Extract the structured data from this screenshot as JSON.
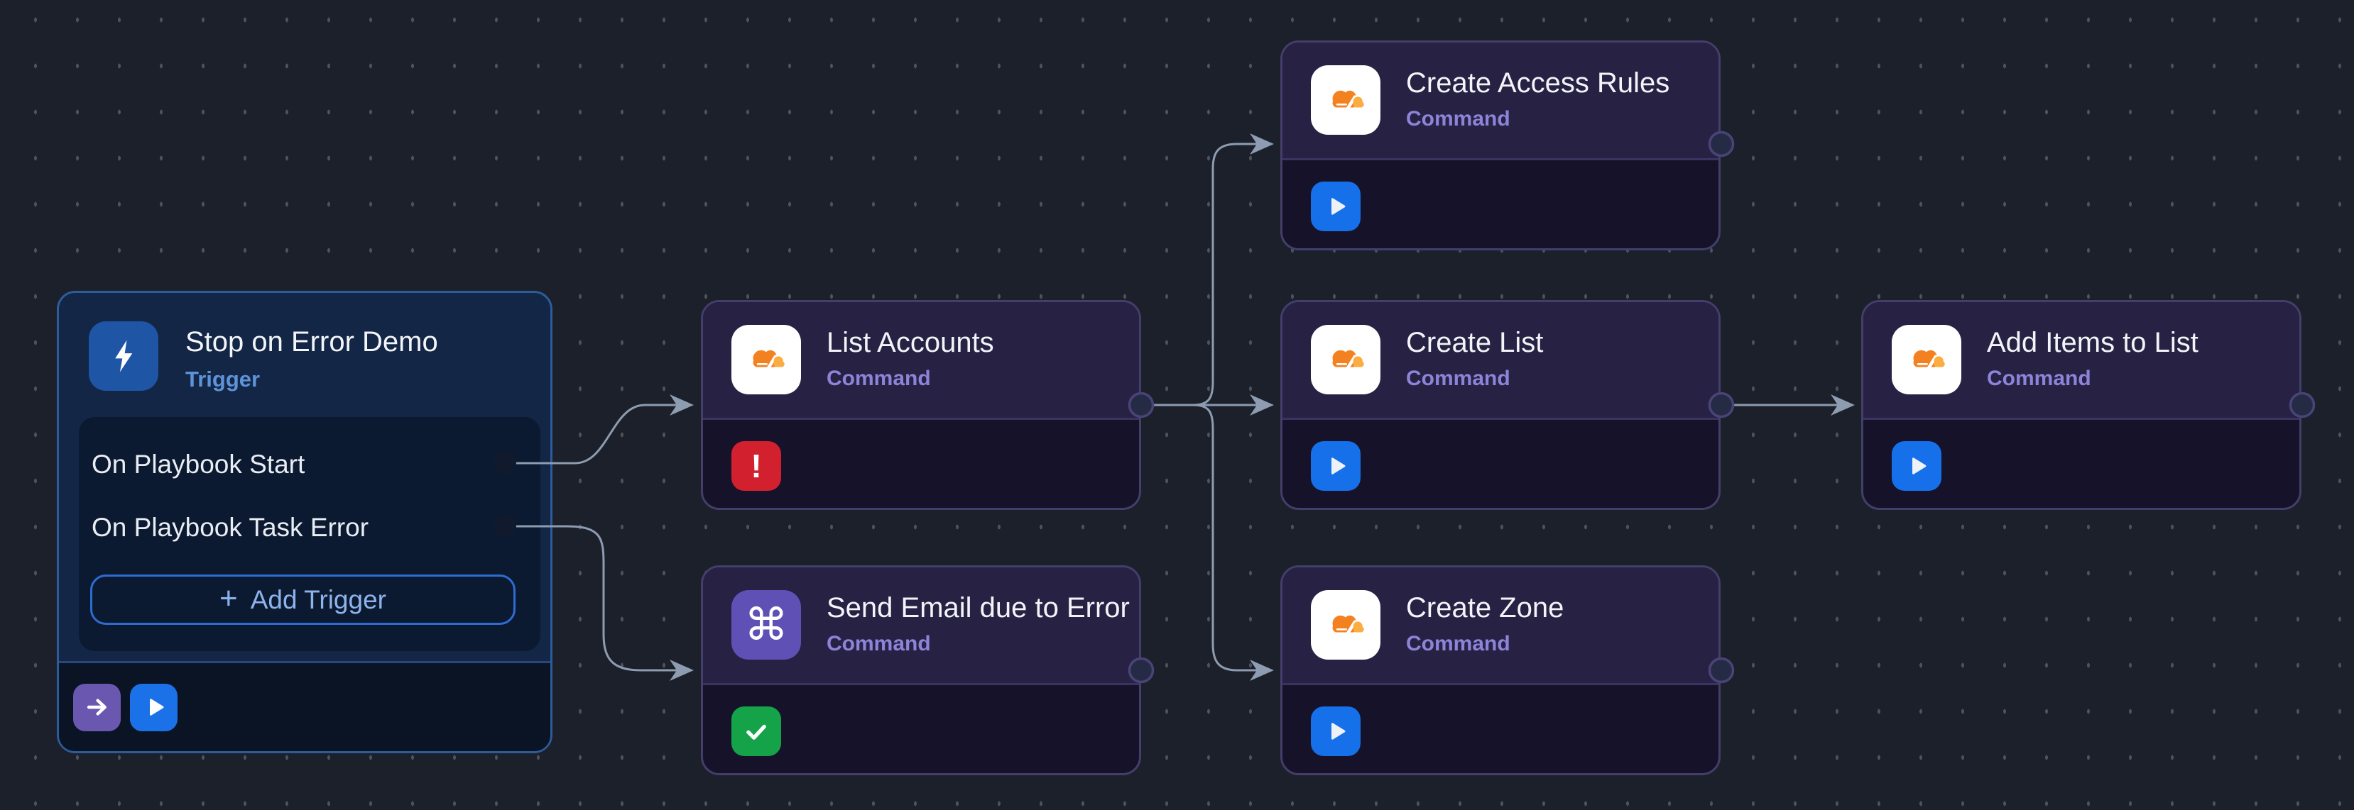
{
  "app": {
    "name": "Playbook workflow canvas"
  },
  "trigger": {
    "title": "Stop on Error Demo",
    "type_label": "Trigger",
    "rows": [
      {
        "label": "On Playbook Start"
      },
      {
        "label": "On Playbook Task Error"
      }
    ],
    "add_button": {
      "plus": "+",
      "label": "Add Trigger"
    }
  },
  "commands": [
    {
      "title": "List Accounts",
      "type_label": "Command",
      "app_icon": "cloudflare",
      "status": "error",
      "status_glyph": "!"
    },
    {
      "title": "Send Email due to Error",
      "type_label": "Command",
      "app_icon": "command-key",
      "icon_char": "⌘",
      "status": "success"
    },
    {
      "title": "Create Access Rules",
      "type_label": "Command",
      "app_icon": "cloudflare",
      "status": "ready"
    },
    {
      "title": "Create List",
      "type_label": "Command",
      "app_icon": "cloudflare",
      "status": "ready"
    },
    {
      "title": "Create Zone",
      "type_label": "Command",
      "app_icon": "cloudflare",
      "status": "ready"
    },
    {
      "title": "Add Items to List",
      "type_label": "Command",
      "app_icon": "cloudflare",
      "status": "ready"
    }
  ],
  "connections": [
    {
      "from": "Stop on Error Demo / On Playbook Start",
      "to": "List Accounts"
    },
    {
      "from": "Stop on Error Demo / On Playbook Task Error",
      "to": "Send Email due to Error"
    },
    {
      "from": "List Accounts",
      "to": "Create Access Rules"
    },
    {
      "from": "List Accounts",
      "to": "Create List"
    },
    {
      "from": "List Accounts",
      "to": "Create Zone"
    },
    {
      "from": "Create List",
      "to": "Add Items to List"
    }
  ],
  "colors": {
    "canvas_bg": "#1c202a",
    "grid_dot": "#4e525c",
    "trigger_border": "#2d5c9d",
    "trigger_bg": "#132645",
    "trigger_panel_bg": "#0c1a31",
    "trigger_icon_bg": "#1e55a4",
    "trigger_sub_text": "#5e92d9",
    "add_trigger_text": "#8db3ec",
    "command_border": "#443e6b",
    "command_header_bg": "#272244",
    "command_body_bg": "#151229",
    "command_sub_text": "#8d83d8",
    "cloudflare_orange": "#f48120",
    "cloudflare_light_orange": "#fbad41",
    "command_key_bg": "#5e50b5",
    "status_error": "#d2202e",
    "status_success": "#15a349",
    "status_ready": "#1570ea",
    "footer_purple_btn": "#6a58b0",
    "footer_blue_btn": "#1b71e8",
    "edge": "#8d9cb0",
    "port_stroke": "#4a4377",
    "port_fill": "#252b45"
  }
}
